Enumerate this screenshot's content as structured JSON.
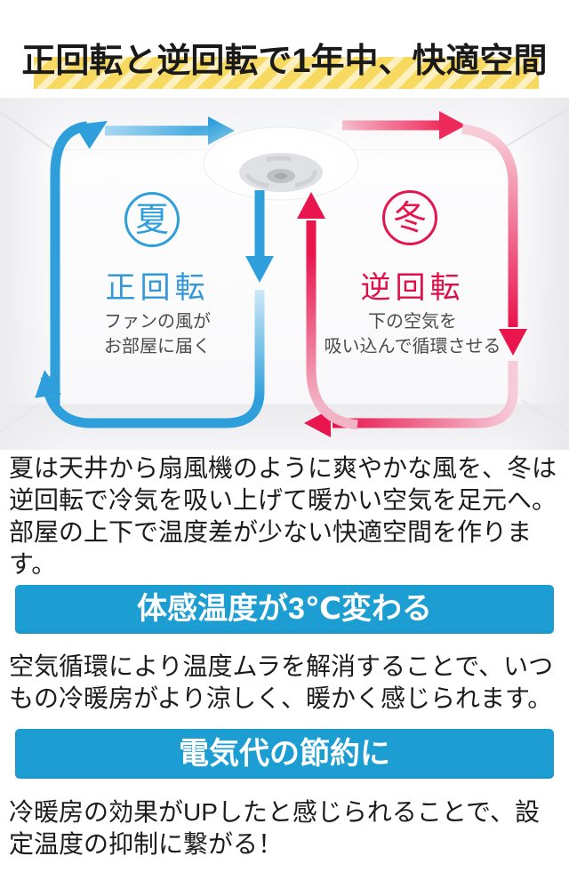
{
  "title": "正回転と逆回転で1年中、快適空間",
  "diagram": {
    "summer": {
      "badge": "夏",
      "mode": "正回転",
      "desc1": "ファンの風が",
      "desc2": "お部屋に届く"
    },
    "winter": {
      "badge": "冬",
      "mode": "逆回転",
      "desc1": "下の空気を",
      "desc2": "吸い込んで循環させる"
    }
  },
  "intro": "夏は天井から扇風機のように爽やかな風を、冬は逆回転で冷気を吸い上げて暖かい空気を足元へ。部屋の上下で温度差が少ない快適空間を作ります。",
  "sections": [
    {
      "heading": "体感温度が3℃変わる",
      "body": "空気循環により温度ムラを解消することで、いつもの冷暖房がより涼しく、暖かく感じられます。"
    },
    {
      "heading": "電気代の節約に",
      "body": "冷暖房の効果がUPしたと感じられることで、設定温度の抑制に繋がる！"
    }
  ],
  "colors": {
    "summer_blue": "#2e9fdb",
    "winter_red": "#e9164e",
    "banner_blue": "#1d9ed3",
    "highlight_yellow": "#f7d960"
  }
}
